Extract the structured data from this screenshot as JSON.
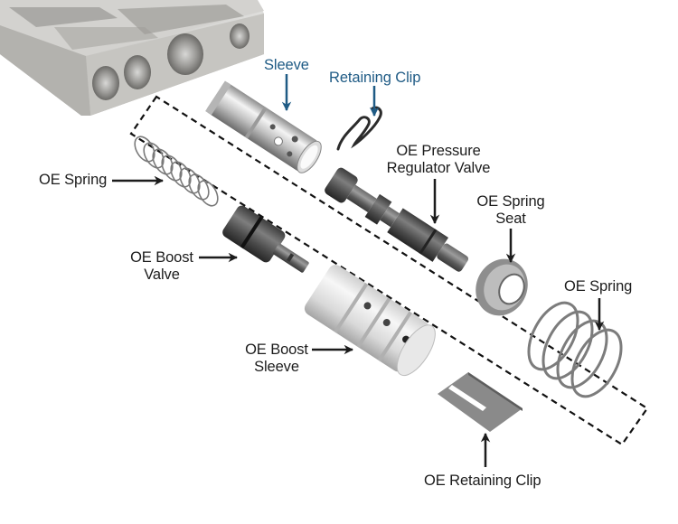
{
  "diagram": {
    "type": "exploded-parts-view",
    "subject": "Pressure regulator valve assembly removed from transmission valve body",
    "colors": {
      "highlight_label": "#1f5b85",
      "label": "#1c1c1c",
      "dashed_group": "#111111",
      "background": "#ffffff"
    },
    "labels": {
      "sleeve": "Sleeve",
      "retaining_clip": "Retaining Clip",
      "oe_pressure_regulator_valve_line1": "OE Pressure",
      "oe_pressure_regulator_valve_line2": "Regulator Valve",
      "oe_spring_seat_line1": "OE Spring",
      "oe_spring_seat_line2": "Seat",
      "oe_spring_left": "OE Spring",
      "oe_spring_right": "OE Spring",
      "oe_boost_valve_line1": "OE Boost",
      "oe_boost_valve_line2": "Valve",
      "oe_boost_sleeve_line1": "OE Boost",
      "oe_boost_sleeve_line2": "Sleeve",
      "oe_retaining_clip": "OE Retaining Clip"
    },
    "groups": {
      "replaced_by_kit": [
        "OE Spring",
        "OE Boost Valve",
        "OE Boost Sleeve",
        "OE Pressure Regulator Valve",
        "OE Spring Seat",
        "OE Spring",
        "OE Retaining Clip"
      ],
      "kit_components": [
        "Sleeve",
        "Retaining Clip"
      ]
    }
  }
}
